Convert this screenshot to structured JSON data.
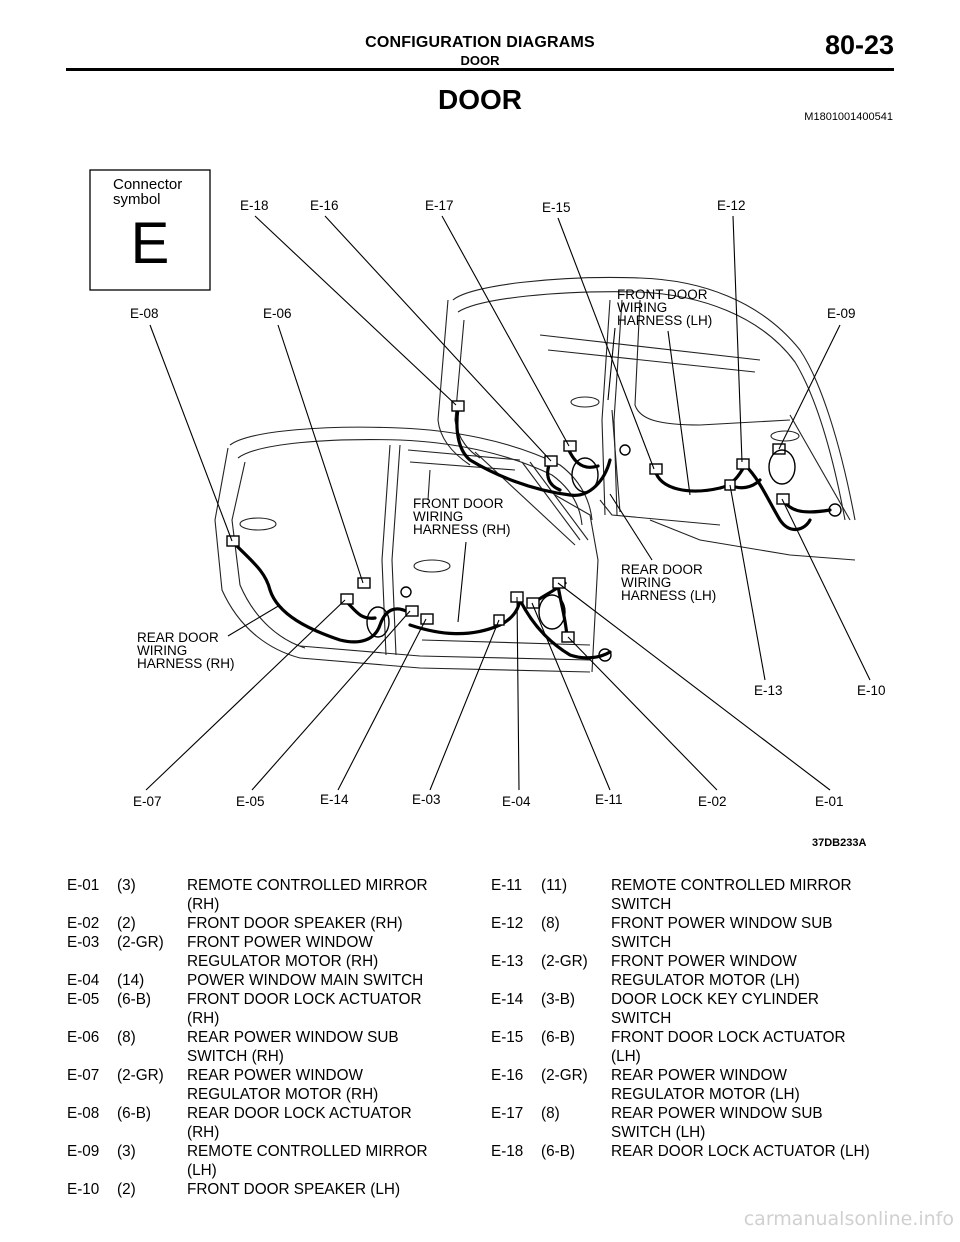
{
  "header": {
    "section_title": "CONFIGURATION DIAGRAMS",
    "section_sub": "DOOR",
    "page_number": "80-23"
  },
  "main_title": "DOOR",
  "doc_id": "M1801001400541",
  "symbol_box": {
    "label": "Connector\nsymbol",
    "letter": "E"
  },
  "diagram_id": "37DB233A",
  "callouts": {
    "E18": "E-18",
    "E16": "E-16",
    "E17": "E-17",
    "E15": "E-15",
    "E12": "E-12",
    "E09": "E-09",
    "E08": "E-08",
    "E06": "E-06",
    "E13": "E-13",
    "E10": "E-10",
    "E07": "E-07",
    "E05": "E-05",
    "E14": "E-14",
    "E03": "E-03",
    "E04": "E-04",
    "E11": "E-11",
    "E02": "E-02",
    "E01": "E-01"
  },
  "harness_labels": {
    "front_lh": "FRONT DOOR\nWIRING\nHARNESS (LH)",
    "front_rh": "FRONT DOOR\nWIRING\nHARNESS (RH)",
    "rear_lh": "REAR DOOR\nWIRING\nHARNESS (LH)",
    "rear_rh": "REAR DOOR\nWIRING\nHARNESS (RH)"
  },
  "legend_left": [
    {
      "code": "E-01",
      "pins": "(3)",
      "desc": "REMOTE CONTROLLED MIRROR\n(RH)"
    },
    {
      "code": "E-02",
      "pins": "(2)",
      "desc": "FRONT DOOR SPEAKER (RH)"
    },
    {
      "code": "E-03",
      "pins": "(2-GR)",
      "desc": "FRONT POWER WINDOW\nREGULATOR MOTOR (RH)"
    },
    {
      "code": "E-04",
      "pins": "(14)",
      "desc": "POWER WINDOW MAIN SWITCH"
    },
    {
      "code": "E-05",
      "pins": "(6-B)",
      "desc": "FRONT DOOR LOCK ACTUATOR\n(RH)"
    },
    {
      "code": "E-06",
      "pins": "(8)",
      "desc": "REAR POWER WINDOW SUB\nSWITCH (RH)"
    },
    {
      "code": "E-07",
      "pins": "(2-GR)",
      "desc": "REAR POWER WINDOW\nREGULATOR MOTOR (RH)"
    },
    {
      "code": "E-08",
      "pins": "(6-B)",
      "desc": "REAR DOOR LOCK ACTUATOR\n(RH)"
    },
    {
      "code": "E-09",
      "pins": "(3)",
      "desc": "REMOTE CONTROLLED MIRROR\n(LH)"
    },
    {
      "code": "E-10",
      "pins": "(2)",
      "desc": "FRONT DOOR SPEAKER (LH)"
    }
  ],
  "legend_right": [
    {
      "code": "E-11",
      "pins": "(11)",
      "desc": "REMOTE CONTROLLED MIRROR\nSWITCH"
    },
    {
      "code": "E-12",
      "pins": "(8)",
      "desc": "FRONT POWER WINDOW SUB\nSWITCH"
    },
    {
      "code": "E-13",
      "pins": "(2-GR)",
      "desc": "FRONT POWER WINDOW\nREGULATOR MOTOR (LH)"
    },
    {
      "code": "E-14",
      "pins": "(3-B)",
      "desc": "DOOR LOCK KEY CYLINDER\nSWITCH"
    },
    {
      "code": "E-15",
      "pins": "(6-B)",
      "desc": "FRONT DOOR LOCK ACTUATOR\n(LH)"
    },
    {
      "code": "E-16",
      "pins": "(2-GR)",
      "desc": "REAR POWER WINDOW\nREGULATOR MOTOR (LH)"
    },
    {
      "code": "E-17",
      "pins": "(8)",
      "desc": "REAR POWER WINDOW SUB\nSWITCH (LH)"
    },
    {
      "code": "E-18",
      "pins": "(6-B)",
      "desc": "REAR DOOR LOCK ACTUATOR (LH)"
    }
  ],
  "watermark": "carmanualsonline.info"
}
